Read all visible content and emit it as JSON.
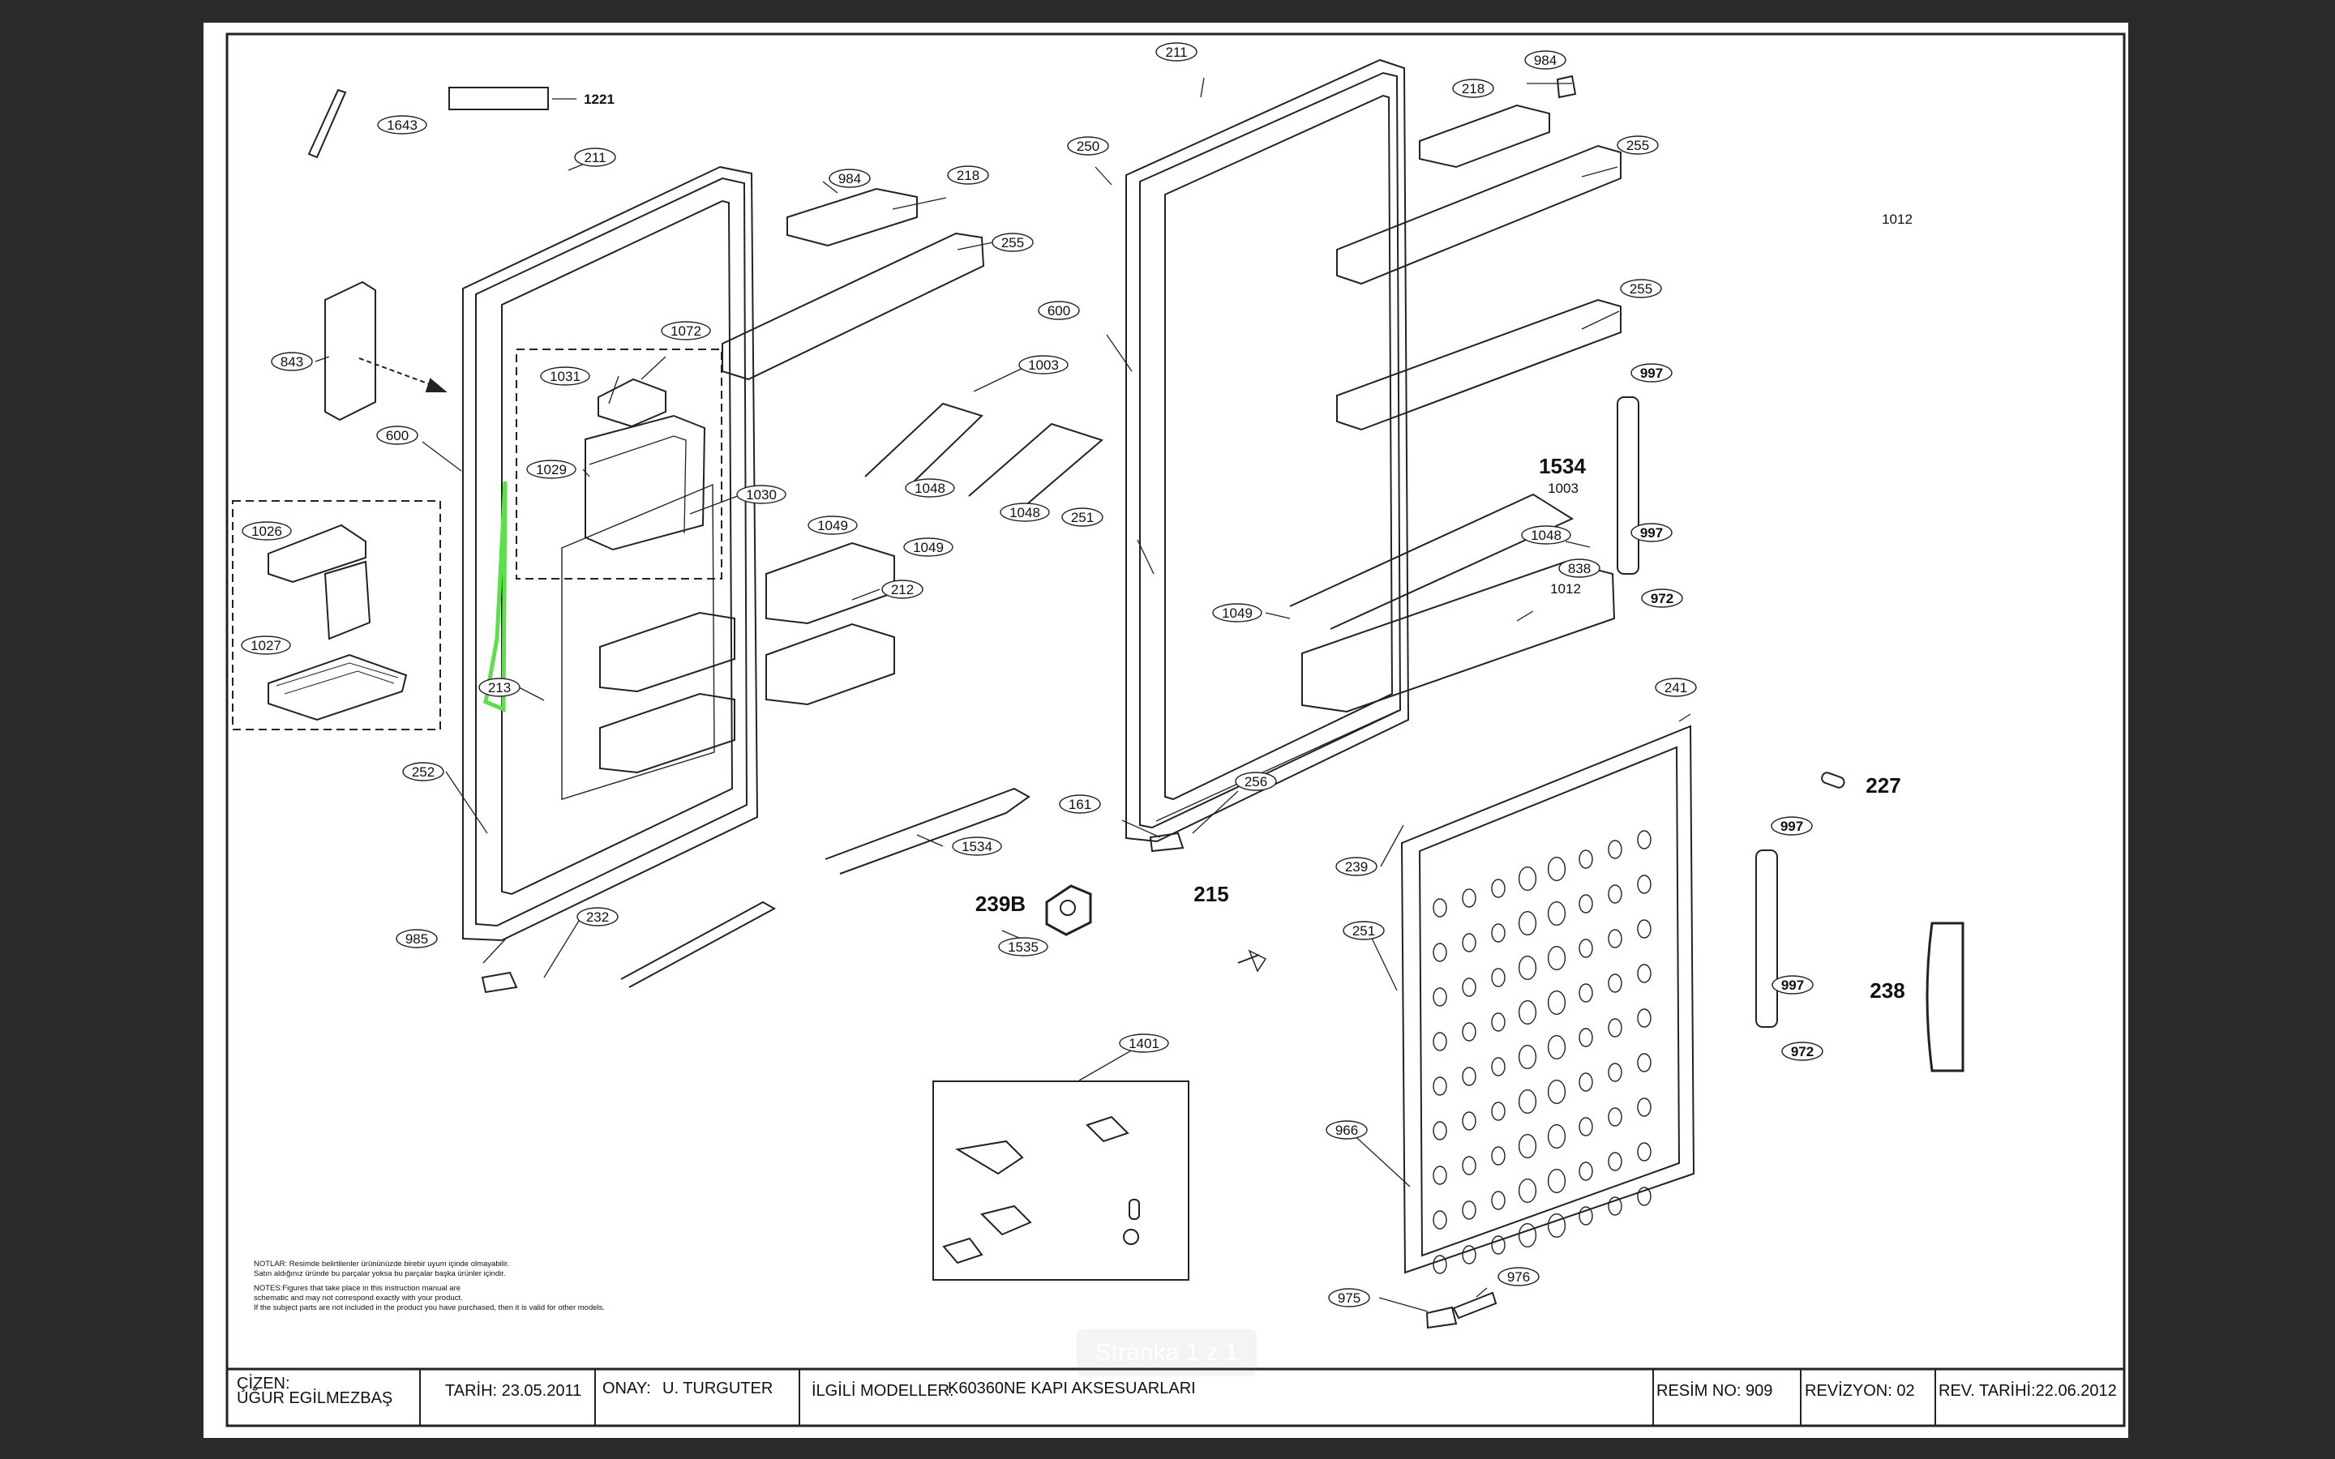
{
  "parts": [
    {
      "id": "p1643",
      "text": "1643"
    },
    {
      "id": "p1221",
      "text": "1221"
    },
    {
      "id": "p211a",
      "text": "211"
    },
    {
      "id": "p984a",
      "text": "984"
    },
    {
      "id": "p218a",
      "text": "218"
    },
    {
      "id": "p255a",
      "text": "255"
    },
    {
      "id": "p843",
      "text": "843"
    },
    {
      "id": "p1072",
      "text": "1072"
    },
    {
      "id": "p1031",
      "text": "1031"
    },
    {
      "id": "p600a",
      "text": "600"
    },
    {
      "id": "p1029",
      "text": "1029"
    },
    {
      "id": "p1003a",
      "text": "1003"
    },
    {
      "id": "p1048a",
      "text": "1048"
    },
    {
      "id": "p1048b",
      "text": "1048"
    },
    {
      "id": "p1030",
      "text": "1030"
    },
    {
      "id": "p1049a",
      "text": "1049"
    },
    {
      "id": "p1049b",
      "text": "1049"
    },
    {
      "id": "p1026",
      "text": "1026"
    },
    {
      "id": "p212",
      "text": "212"
    },
    {
      "id": "p1027",
      "text": "1027"
    },
    {
      "id": "p213",
      "text": "213"
    },
    {
      "id": "p252",
      "text": "252"
    },
    {
      "id": "p1534a",
      "text": "1534"
    },
    {
      "id": "p239B",
      "text": "239B"
    },
    {
      "id": "p985",
      "text": "985"
    },
    {
      "id": "p232",
      "text": "232"
    },
    {
      "id": "p1535",
      "text": "1535"
    },
    {
      "id": "p1401",
      "text": "1401"
    },
    {
      "id": "p211b",
      "text": "211"
    },
    {
      "id": "p250",
      "text": "250"
    },
    {
      "id": "p984b",
      "text": "984"
    },
    {
      "id": "p218b",
      "text": "218"
    },
    {
      "id": "p255b",
      "text": "255"
    },
    {
      "id": "p1012a",
      "text": "1012"
    },
    {
      "id": "p600b",
      "text": "600"
    },
    {
      "id": "p255c",
      "text": "255"
    },
    {
      "id": "p997a",
      "text": "997"
    },
    {
      "id": "p1534b",
      "text": "1534"
    },
    {
      "id": "p1003b",
      "text": "1003"
    },
    {
      "id": "p251a",
      "text": "251"
    },
    {
      "id": "p1048c",
      "text": "1048"
    },
    {
      "id": "p997b",
      "text": "997"
    },
    {
      "id": "p838",
      "text": "838"
    },
    {
      "id": "p1012b",
      "text": "1012"
    },
    {
      "id": "p972a",
      "text": "972"
    },
    {
      "id": "p1049c",
      "text": "1049"
    },
    {
      "id": "p241",
      "text": "241"
    },
    {
      "id": "p161",
      "text": "161"
    },
    {
      "id": "p256",
      "text": "256"
    },
    {
      "id": "p227",
      "text": "227"
    },
    {
      "id": "p997c",
      "text": "997"
    },
    {
      "id": "p239",
      "text": "239"
    },
    {
      "id": "p215",
      "text": "215"
    },
    {
      "id": "p251b",
      "text": "251"
    },
    {
      "id": "p238",
      "text": "238"
    },
    {
      "id": "p997d",
      "text": "997"
    },
    {
      "id": "p972b",
      "text": "972"
    },
    {
      "id": "p966",
      "text": "966"
    },
    {
      "id": "p975",
      "text": "975"
    },
    {
      "id": "p976",
      "text": "976"
    }
  ],
  "notes": {
    "tr_1": "NOTLAR: Resimde belirtilenler ürününüzde birebir  uyum içinde olmayabilir.",
    "tr_2": "Satın aldığınız üründe bu parçalar yoksa bu parçalar başka ürünler içindir.",
    "en_1": "NOTES:Figures that take place in this instruction manual are",
    "en_2": "schematic  and may not correspond exactly with your product.",
    "en_3": "If the subject parts are not included in the product you have purchased, then it is valid for other models."
  },
  "title_block": {
    "drawn_label": "ÇİZEN:",
    "drawn_value": "UĞUR EGİLMEZBAŞ",
    "date": "TARİH: 23.05.2011",
    "approval_label": "ONAY:",
    "approval_value": "U. TURGUTER",
    "models_label": "İLGİLİ MODELLER:",
    "models_value": "K60360NE KAPI AKSESUARLARI",
    "drawing_no": "RESİM NO: 909",
    "revision": "REVİZYON: 02",
    "revision_date": "REV. TARİHİ:22.06.2012"
  },
  "pager": {
    "text": "Stránka 1 z 1"
  }
}
